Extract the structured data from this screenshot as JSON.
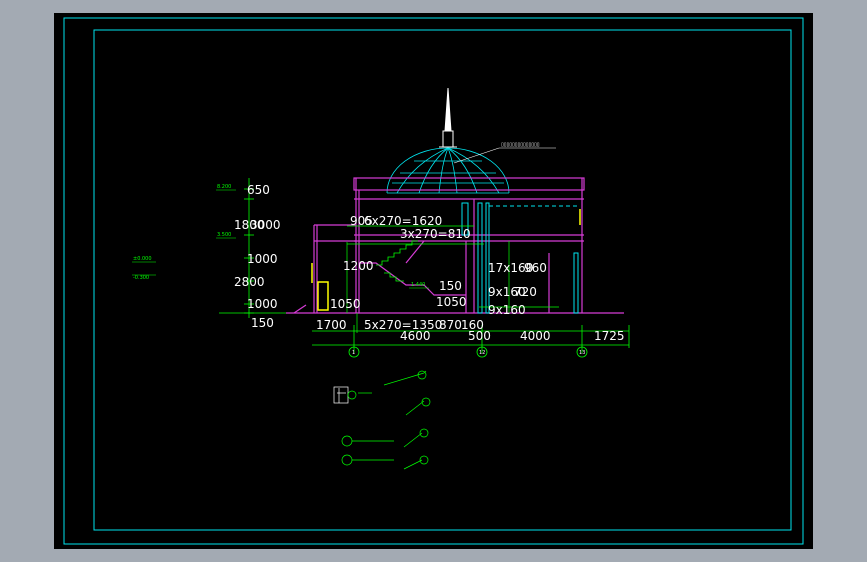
{
  "drawing": {
    "dimensions": {
      "left_v": [
        "650",
        "1800",
        "1000",
        "2800",
        "1000",
        "150"
      ],
      "left_v2": [
        "3000"
      ],
      "bottom_row1": [
        "1700",
        "5x270=1350",
        "870",
        "160",
        "500",
        "4000",
        "1725"
      ],
      "bottom_row2": [
        "4600"
      ],
      "inner": [
        "905",
        "6x270=1620",
        "3x270=810",
        "1200",
        "1050",
        "1050",
        "150",
        "17x160",
        "9x160",
        "9x160",
        "960",
        "720"
      ]
    },
    "elevations": [
      "8.200",
      "3.500",
      "±0.000",
      "-0.300",
      "1.440"
    ],
    "grid_axes": [
      "1",
      "12",
      "13"
    ],
    "colors": {
      "background": "#000000",
      "frame": "#00e5ee",
      "structure": "#d63cd6",
      "dome": "#00e5ee",
      "dimension": "#00ff00",
      "text": "#ffffff",
      "highlight": "#ffff00"
    }
  }
}
